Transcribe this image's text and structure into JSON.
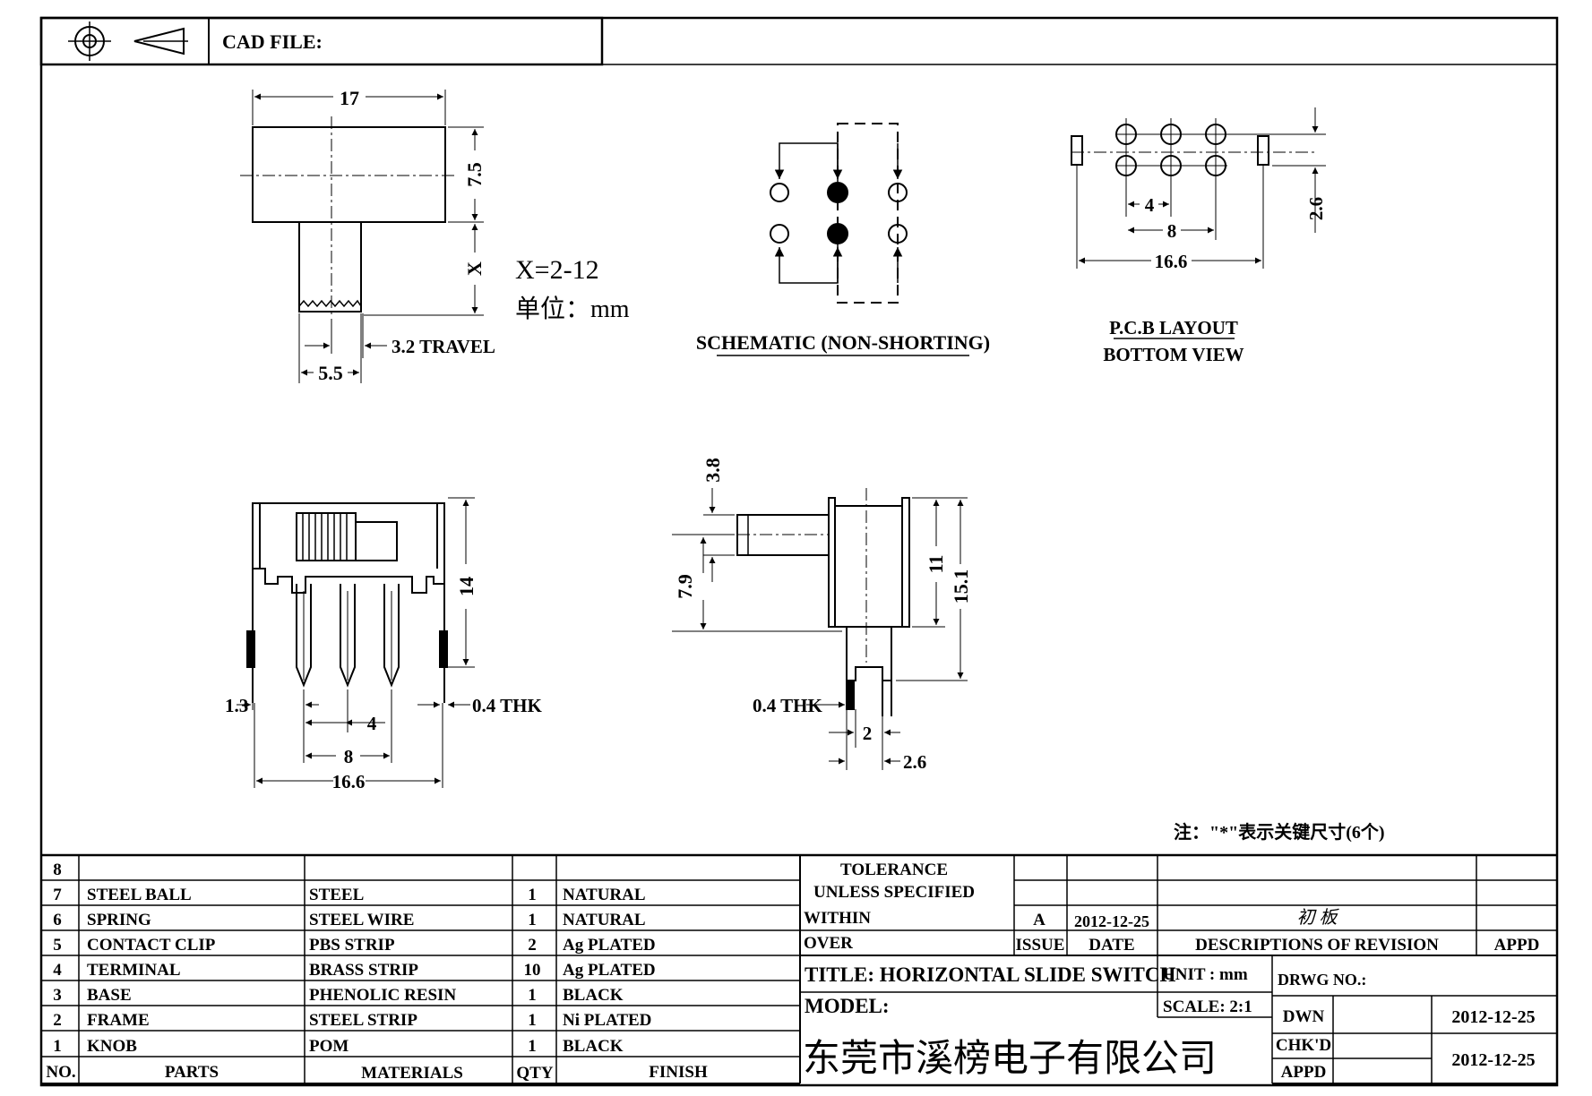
{
  "header": {
    "cad_label": "CAD FILE:"
  },
  "dims": {
    "top_width": "17",
    "top_height": "7.5",
    "x_label": "X",
    "x_range": "X=2-12",
    "unit_note": "单位：mm",
    "travel": "3.2 TRAVEL",
    "knob_width": "5.5",
    "pcb_pitch4": "4",
    "pcb_pitch8": "8",
    "pcb_width": "16.6",
    "pcb_row": "2.6",
    "front_height": "14",
    "front_margin": "1.3",
    "front_thk": "0.4 THK",
    "front_pitch4": "4",
    "front_pitch8": "8",
    "front_width": "16.6",
    "side_knob_dia": "3.8",
    "side_knob_pos": "7.9",
    "side_body": "11",
    "side_total": "15.1",
    "side_thk": "0.4 THK",
    "side_gap": "2",
    "side_depth": "2.6"
  },
  "labels": {
    "schematic": "SCHEMATIC (NON-SHORTING)",
    "pcb_line1": "P.C.B LAYOUT",
    "pcb_line2": "BOTTOM VIEW",
    "note": "注：\"*\"表示关键尺寸(6个)"
  },
  "bom": {
    "rows": [
      {
        "no": "8",
        "part": "",
        "material": "",
        "qty": "",
        "finish": ""
      },
      {
        "no": "7",
        "part": "STEEL BALL",
        "material": "STEEL",
        "qty": "1",
        "finish": "NATURAL"
      },
      {
        "no": "6",
        "part": "SPRING",
        "material": "STEEL WIRE",
        "qty": "1",
        "finish": "NATURAL"
      },
      {
        "no": "5",
        "part": "CONTACT CLIP",
        "material": "PBS STRIP",
        "qty": "2",
        "finish": "Ag PLATED"
      },
      {
        "no": "4",
        "part": "TERMINAL",
        "material": "BRASS STRIP",
        "qty": "10",
        "finish": "Ag PLATED"
      },
      {
        "no": "3",
        "part": "BASE",
        "material": "PHENOLIC RESIN",
        "qty": "1",
        "finish": "BLACK"
      },
      {
        "no": "2",
        "part": "FRAME",
        "material": "STEEL STRIP",
        "qty": "1",
        "finish": "Ni PLATED"
      },
      {
        "no": "1",
        "part": "KNOB",
        "material": "POM",
        "qty": "1",
        "finish": "BLACK"
      }
    ],
    "headers": {
      "no": "NO.",
      "part": "PARTS",
      "material": "MATERIALS",
      "qty": "QTY",
      "finish": "FINISH"
    }
  },
  "title_block": {
    "tolerance": "TOLERANCE",
    "unless": "UNLESS  SPECIFIED",
    "within": "WITHIN",
    "over": "OVER",
    "issue_value": "A",
    "issue_date": "2012-12-25",
    "revision_desc": "初 板",
    "issue_label": "ISSUE",
    "date_label": "DATE",
    "desc_label": "DESCRIPTIONS OF REVISION",
    "appd_label": "APPD",
    "title": "TITLE: HORIZONTAL SLIDE SWITCH",
    "unit": "UNIT : mm",
    "drwg_no": "DRWG NO.:",
    "model": "MODEL:",
    "scale": "SCALE: 2:1",
    "dwn_label": "DWN",
    "dwn_date": "2012-12-25",
    "company": "东莞市溪榜电子有限公司",
    "chkd_label": "CHK'D",
    "appd2_label": "APPD",
    "chkd_date": "2012-12-25"
  }
}
